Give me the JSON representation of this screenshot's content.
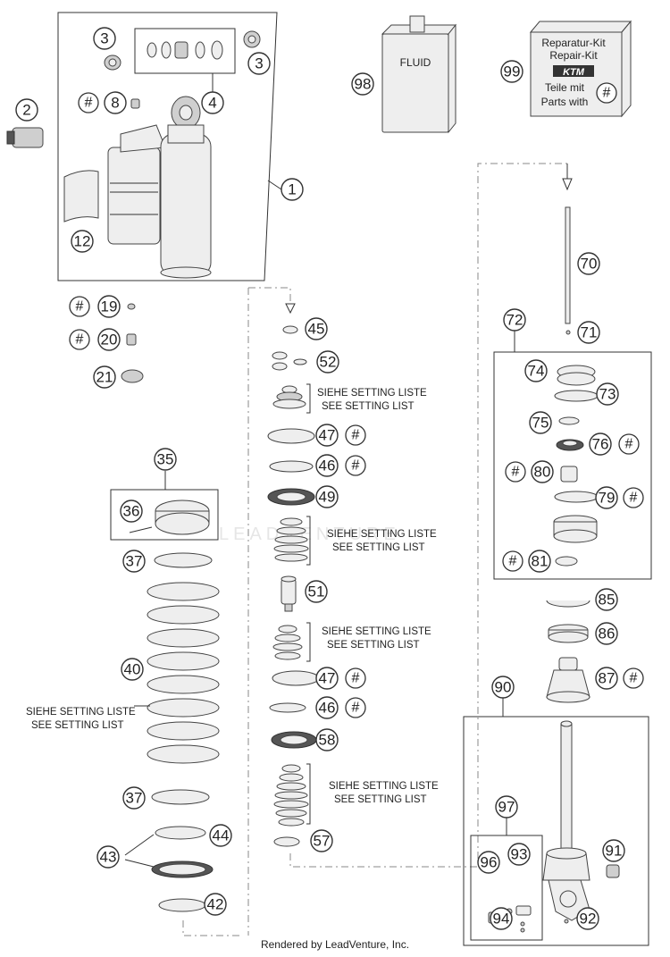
{
  "callouts": {
    "c1": "1",
    "c2": "2",
    "c3a": "3",
    "c3b": "3",
    "c4": "4",
    "c8": "8",
    "c12": "12",
    "c19": "19",
    "c20": "20",
    "c21": "21",
    "c35": "35",
    "c36": "36",
    "c37a": "37",
    "c37b": "37",
    "c40": "40",
    "c42": "42",
    "c43": "43",
    "c44": "44",
    "c45": "45",
    "c46a": "46",
    "c46b": "46",
    "c47a": "47",
    "c47b": "47",
    "c49": "49",
    "c51": "51",
    "c52": "52",
    "c57": "57",
    "c58": "58",
    "c70": "70",
    "c71": "71",
    "c72": "72",
    "c73": "73",
    "c74": "74",
    "c75": "75",
    "c76": "76",
    "c79": "79",
    "c80": "80",
    "c81": "81",
    "c85": "85",
    "c86": "86",
    "c87": "87",
    "c90": "90",
    "c91": "91",
    "c92": "92",
    "c93": "93",
    "c94": "94",
    "c96": "96",
    "c97": "97",
    "c98": "98",
    "c99": "99"
  },
  "hash_symbol": "#",
  "fluid_label": "FLUID",
  "repair_kit": {
    "line1": "Reparatur-Kit",
    "line2": "Repair-Kit",
    "brand": "KTM",
    "line3": "Teile mit",
    "line4": "Parts with"
  },
  "setting_note": {
    "line1": "SIEHE SETTING LISTE",
    "line2": "SEE SETTING LIST"
  },
  "watermark": "LEADVENTURE",
  "footer": "Rendered by LeadVenture, Inc."
}
